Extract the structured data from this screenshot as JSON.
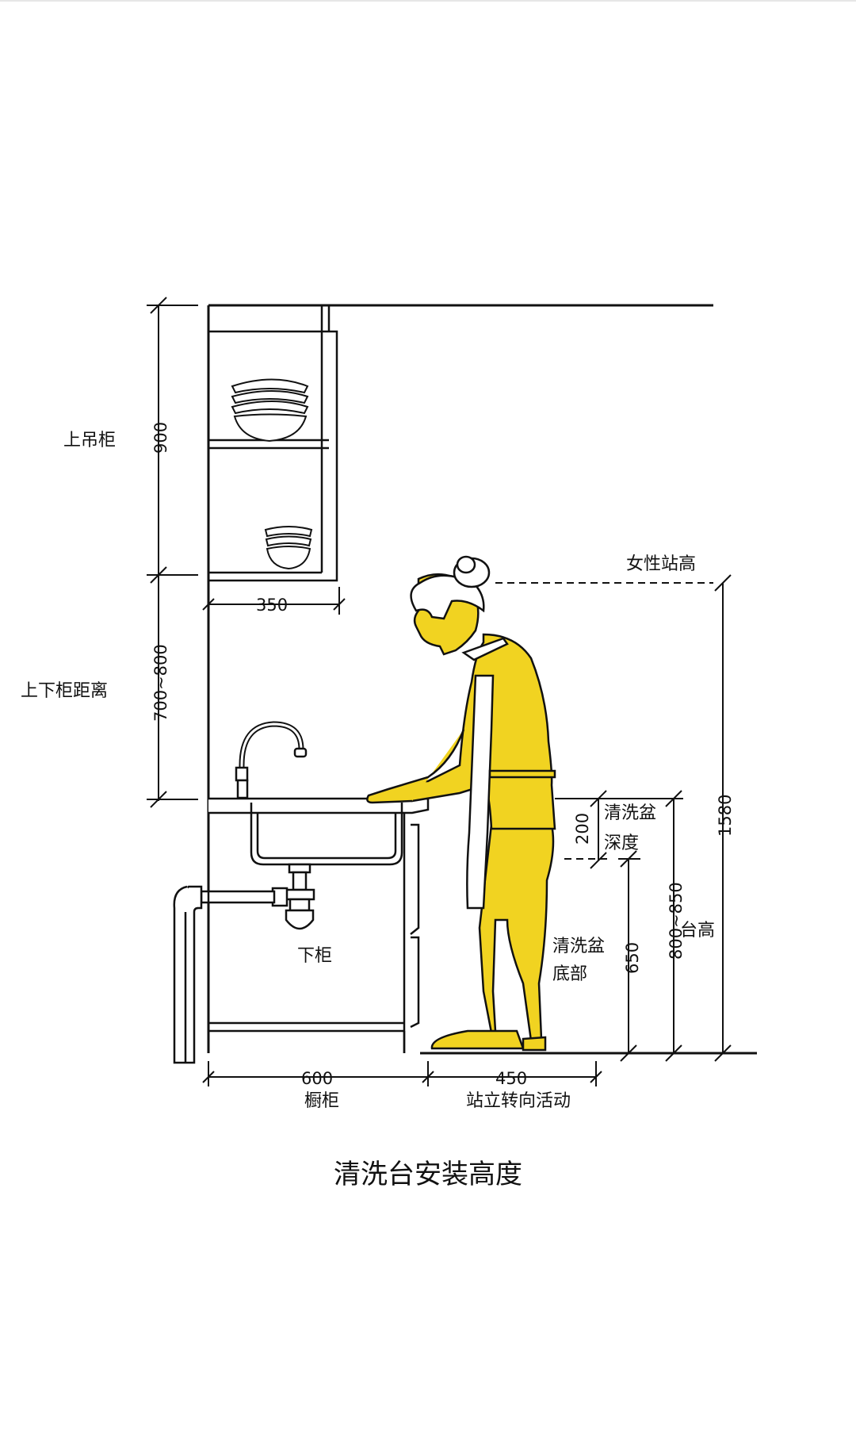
{
  "labels": {
    "upper_cabinet": "上吊柜",
    "cabinet_gap": "上下柜距离",
    "lower_cabinet": "下柜",
    "female_height": "女性站高",
    "sink_depth_1": "清洗盆",
    "sink_depth_2": "深度",
    "counter_height": "台高",
    "sink_bottom_1": "清洗盆",
    "sink_bottom_2": "底部",
    "cabinet": "橱柜",
    "standing_area": "站立转向活动"
  },
  "dimensions": {
    "upper_cabinet_height": "900",
    "cabinet_gap": "700~800",
    "upper_cabinet_depth": "350",
    "female_height": "1580",
    "counter_height": "800~850",
    "sink_depth": "200",
    "sink_bottom": "650",
    "cabinet_depth": "600",
    "standing_depth": "450"
  },
  "caption": "清洗台安装高度",
  "colors": {
    "figure_fill": "#f1d321",
    "line": "#111111"
  }
}
